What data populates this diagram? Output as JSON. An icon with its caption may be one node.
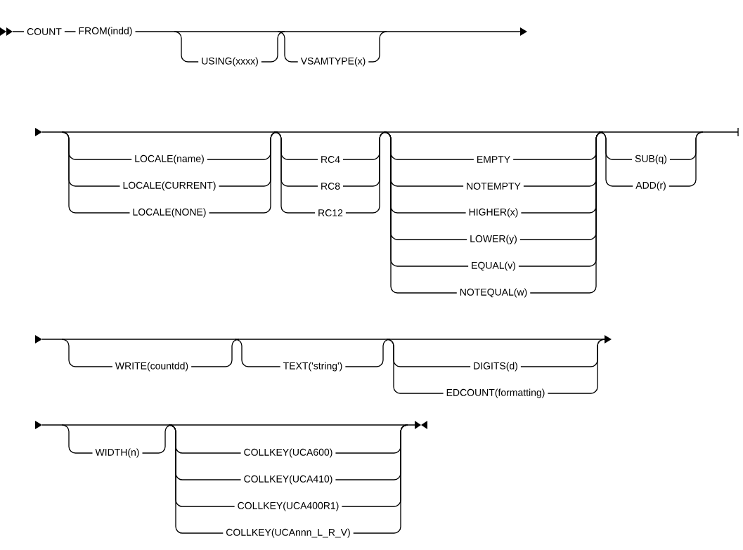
{
  "diagram": {
    "labels": [
      "COUNT",
      "FROM(indd)",
      "USING(xxxx)",
      "VSAMTYPE(x)",
      "LOCALE(name)",
      "LOCALE(CURRENT)",
      "LOCALE(NONE)",
      "RC4",
      "RC8",
      "RC12",
      "EMPTY",
      "NOTEMPTY",
      "HIGHER(x)",
      "LOWER(y)",
      "EQUAL(v)",
      "NOTEQUAL(w)",
      "SUB(q)",
      "ADD(r)",
      "WRITE(countdd)",
      "TEXT('string')",
      "DIGITS(d)",
      "EDCOUNT(formatting)",
      "WIDTH(n)",
      "COLLKEY(UCA600)",
      "COLLKEY(UCA410)",
      "COLLKEY(UCA400R1)",
      "COLLKEY(UCAnnn_L_R_V)"
    ]
  }
}
